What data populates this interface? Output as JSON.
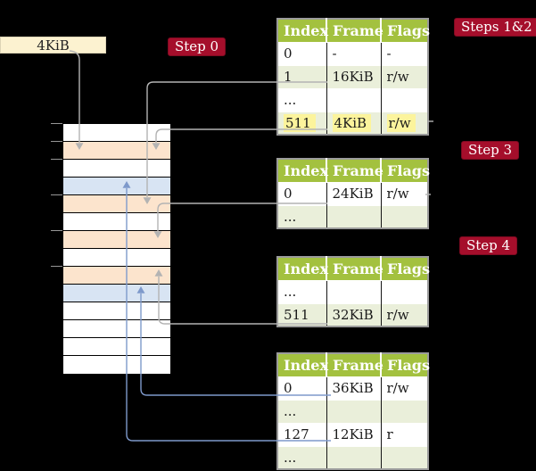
{
  "colors": {
    "header_green": "#A3C13F",
    "row_green": "#EAEFDA",
    "row_white": "#FFFFFF",
    "row_peach": "#FCE4CD",
    "row_blue": "#D8E4F3",
    "box_cream": "#FCF2D0",
    "badge_red": "#A50E2B",
    "highlight_yellow": "#FCF49C",
    "line_gray": "#B3B3B3",
    "line_blue": "#7E99CB",
    "tick_gray": "#969696",
    "cell_text": "#1A1A1A"
  },
  "labels": {
    "page_size_box": "4KiB",
    "step0_badge": "Step 0",
    "steps12_badge": "Steps 1&2",
    "step3_badge": "Step 3",
    "step4_badge": "Step 4"
  },
  "memory_column": {
    "rows": [
      "white",
      "peach",
      "white",
      "blue",
      "peach",
      "white",
      "peach",
      "white",
      "peach",
      "blue",
      "white",
      "white",
      "white",
      "white"
    ]
  },
  "tables": [
    {
      "id": "table-steps-1-2",
      "headers": [
        "Index",
        "Frame",
        "Flags"
      ],
      "rows": [
        {
          "cells": [
            "0",
            "-",
            "-"
          ],
          "shaded": false,
          "highlighted": false
        },
        {
          "cells": [
            "1",
            "16KiB",
            "r/w"
          ],
          "shaded": true,
          "highlighted": false
        },
        {
          "cells": [
            "...",
            "",
            ""
          ],
          "shaded": false,
          "highlighted": false
        },
        {
          "cells": [
            "511",
            "4KiB",
            "r/w"
          ],
          "shaded": true,
          "highlighted": true
        }
      ]
    },
    {
      "id": "table-step-3",
      "headers": [
        "Index",
        "Frame",
        "Flags"
      ],
      "rows": [
        {
          "cells": [
            "0",
            "24KiB",
            "r/w"
          ],
          "shaded": false,
          "highlighted": false
        },
        {
          "cells": [
            "...",
            "",
            ""
          ],
          "shaded": true,
          "highlighted": false
        }
      ]
    },
    {
      "id": "table-step-4",
      "headers": [
        "Index",
        "Frame",
        "Flags"
      ],
      "rows": [
        {
          "cells": [
            "...",
            "",
            ""
          ],
          "shaded": false,
          "highlighted": false
        },
        {
          "cells": [
            "511",
            "32KiB",
            "r/w"
          ],
          "shaded": true,
          "highlighted": false
        }
      ]
    },
    {
      "id": "table-final",
      "headers": [
        "Index",
        "Frame",
        "Flags"
      ],
      "rows": [
        {
          "cells": [
            "0",
            "36KiB",
            "r/w"
          ],
          "shaded": false,
          "highlighted": false
        },
        {
          "cells": [
            "...",
            "",
            ""
          ],
          "shaded": true,
          "highlighted": false
        },
        {
          "cells": [
            "127",
            "12KiB",
            "r"
          ],
          "shaded": false,
          "highlighted": false
        },
        {
          "cells": [
            "...",
            "",
            ""
          ],
          "shaded": true,
          "highlighted": false
        }
      ]
    }
  ]
}
